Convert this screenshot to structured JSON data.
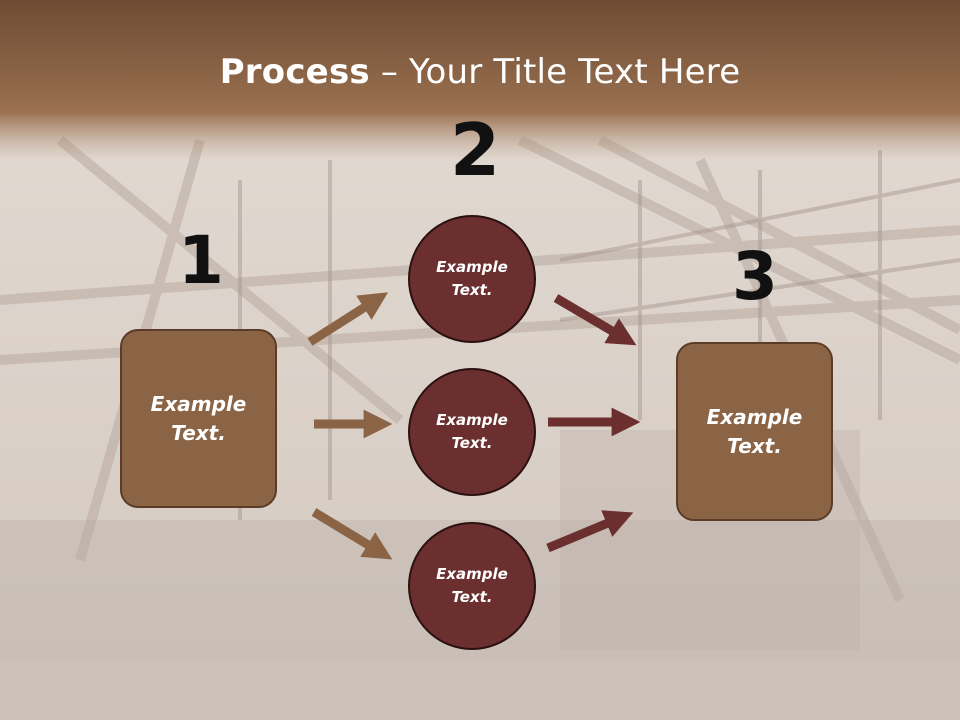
{
  "slide": {
    "title_bold": "Process",
    "title_rest": " – Your Title Text Here"
  },
  "steps": [
    {
      "number": "1",
      "label": "Example\nText."
    },
    {
      "number": "2",
      "label": "Example\nText."
    },
    {
      "number": "3",
      "label": "Example\nText."
    }
  ],
  "circles": [
    {
      "label": "Example\nText."
    },
    {
      "label": "Example\nText."
    },
    {
      "label": "Example\nText."
    }
  ],
  "colors": {
    "title_band": "#7a5538",
    "box_fill": "#8b6446",
    "circle_fill": "#6b2f2f",
    "arrow_light": "#8b6446",
    "arrow_dark": "#6b2f2f"
  }
}
